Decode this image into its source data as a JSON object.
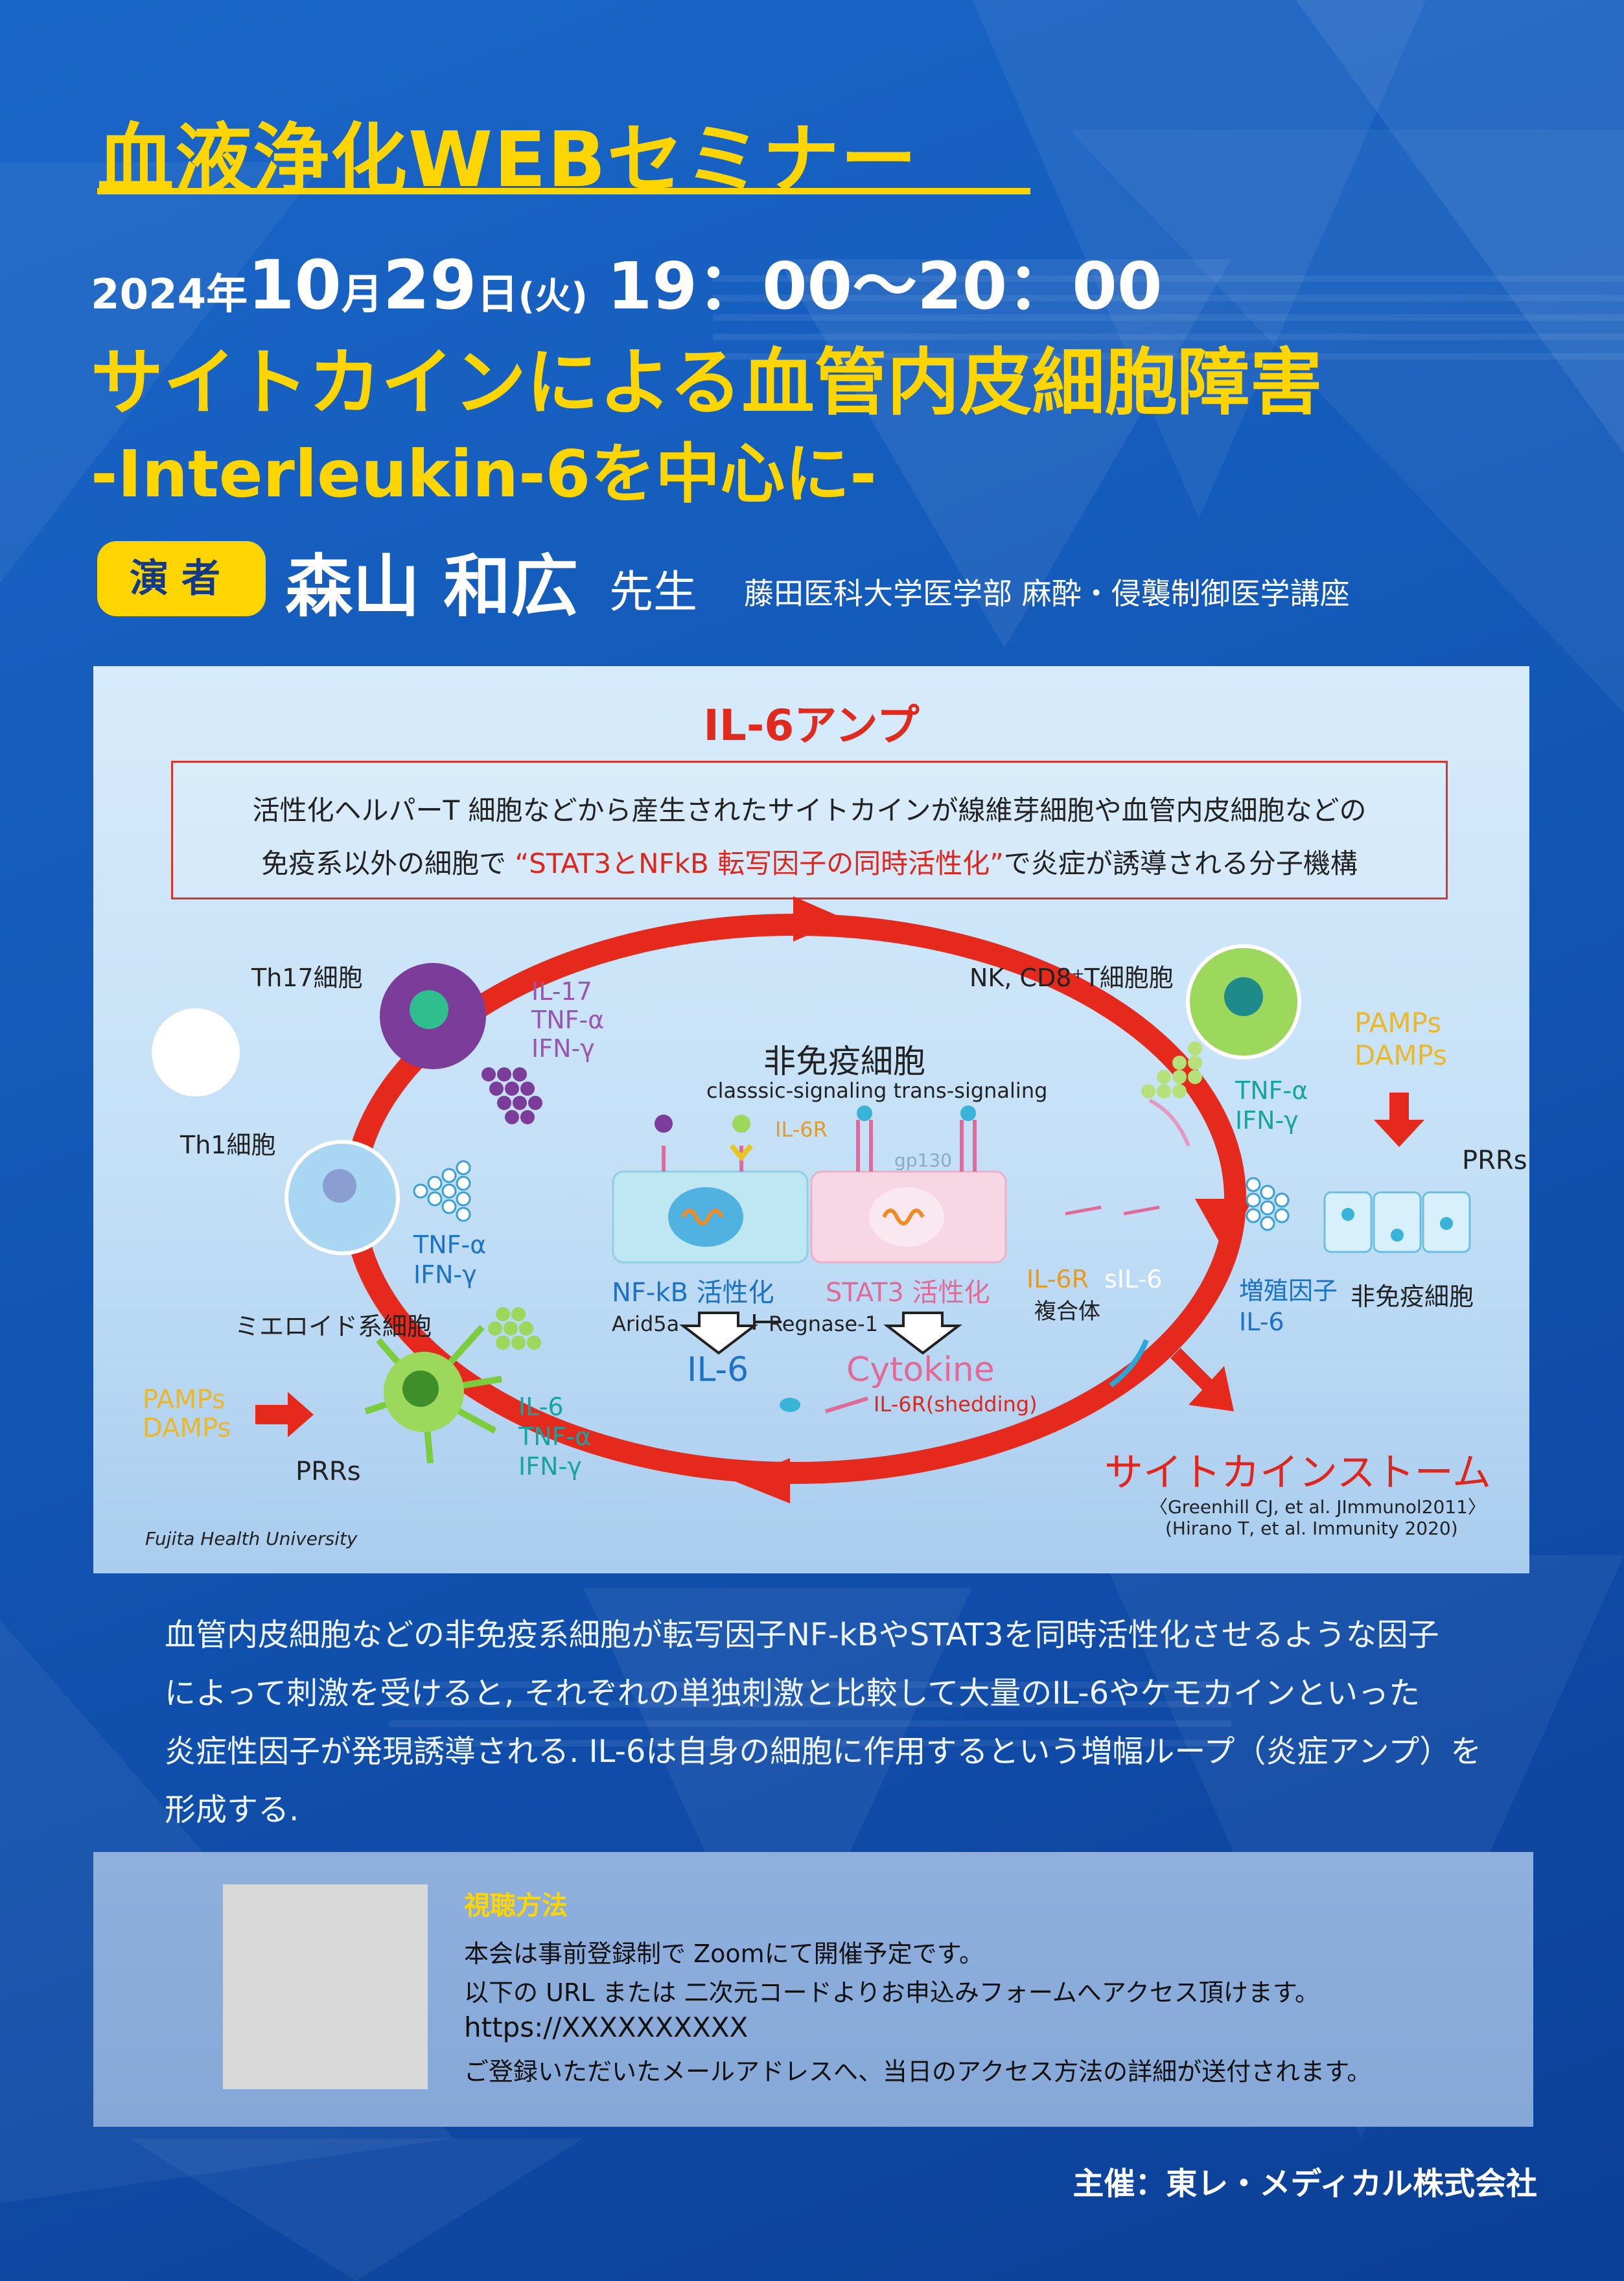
{
  "header": {
    "seminar_title": "血液浄化WEBセミナー",
    "date": {
      "year": "2024",
      "year_suffix": "年",
      "month": "10",
      "month_suffix": "月",
      "day": "29",
      "day_suffix": "日",
      "weekday": "(火)",
      "time": "19：00〜20：00"
    },
    "topic_line1": "サイトカインによる血管内皮細胞障害",
    "topic_line2": "-Interleukin-6を中心に-",
    "speaker_badge": "演者",
    "speaker_name": "森山 和広",
    "speaker_honorific": "先生",
    "speaker_affiliation": "藤田医科大学医学部 麻酔・侵襲制御医学講座"
  },
  "figure": {
    "title": "IL-6アンプ",
    "definition_line1": "活性化ヘルパーT 細胞などから産生されたサイトカインが線維芽細胞や血管内皮細胞などの",
    "definition_line2_a": "免疫系以外の細胞で ",
    "definition_line2_highlight": "“STAT3とNFkB 転写因子の同時活性化”",
    "definition_line2_b": "で炎症が誘導される分子機構",
    "labels": {
      "th17": "Th17細胞",
      "th17_cytokines": [
        "IL-17",
        "TNF-α",
        "IFN-γ"
      ],
      "th1": "Th1細胞",
      "th1_cytokines": [
        "TNF-α",
        "IFN-γ"
      ],
      "myeloid": "ミエロイド系細胞",
      "myeloid_cytokines": [
        "IL-6",
        "TNF-α",
        "IFN-γ"
      ],
      "pamps": "PAMPs",
      "damps": "DAMPs",
      "prrs": "PRRs",
      "nk": "NK, CD8⁺T細胞胞",
      "nk_cytokines": [
        "TNF-α",
        "IFN-γ"
      ],
      "center_title": "非免疫細胞",
      "signaling": "classsic-signaling  trans-signaling",
      "il6r": "IL-6R",
      "gp130": "gp130",
      "nfkb": "NF-kB 活性化",
      "stat3": "STAT3 活性化",
      "arid5a": "Arid5a",
      "regnase": "Regnase-1",
      "il6": "IL-6",
      "cytokine": "Cytokine",
      "il6r_shedding": "IL-6R(shedding)",
      "il6r_complex_a": "IL-6R",
      "il6r_complex_b": "sIL-6",
      "complex": "複合体",
      "growth_factor": "増殖因子",
      "growth_il6": "IL-6",
      "non_immune": "非免疫細胞",
      "storm": "サイトカインストーム",
      "ref1": "〈Greenhill CJ, et al. JImmunol2011〉",
      "ref2": "(Hirano T, et al. Immunity 2020)",
      "credit": "Fujita Health University"
    }
  },
  "description": [
    "血管内皮細胞などの非免疫系細胞が転写因子NF-kBやSTAT3を同時活性化させるような因子",
    "によって刺激を受けると, それぞれの単独刺激と比較して大量のIL-6やケモカインといった",
    "炎症性因子が発現誘導される. IL-6は自身の細胞に作用するという増幅ループ（炎症アンプ）を",
    "形成する."
  ],
  "viewing": {
    "title": "視聴方法",
    "lines": [
      "本会は事前登録制で Zoomにて開催予定です。",
      "以下の URL または 二次元コードよりお申込みフォームへアクセス頂けます。",
      "https://XXXXXXXXXX",
      "ご登録いただいたメールアドレスへ、当日のアクセス方法の詳細が送付されます。"
    ]
  },
  "sponsor": "主催：東レ・メディカル株式会社",
  "colors": {
    "accent_yellow": "#ffd500",
    "loop_red": "#e02a1d",
    "background_blue": "#1359b8"
  }
}
